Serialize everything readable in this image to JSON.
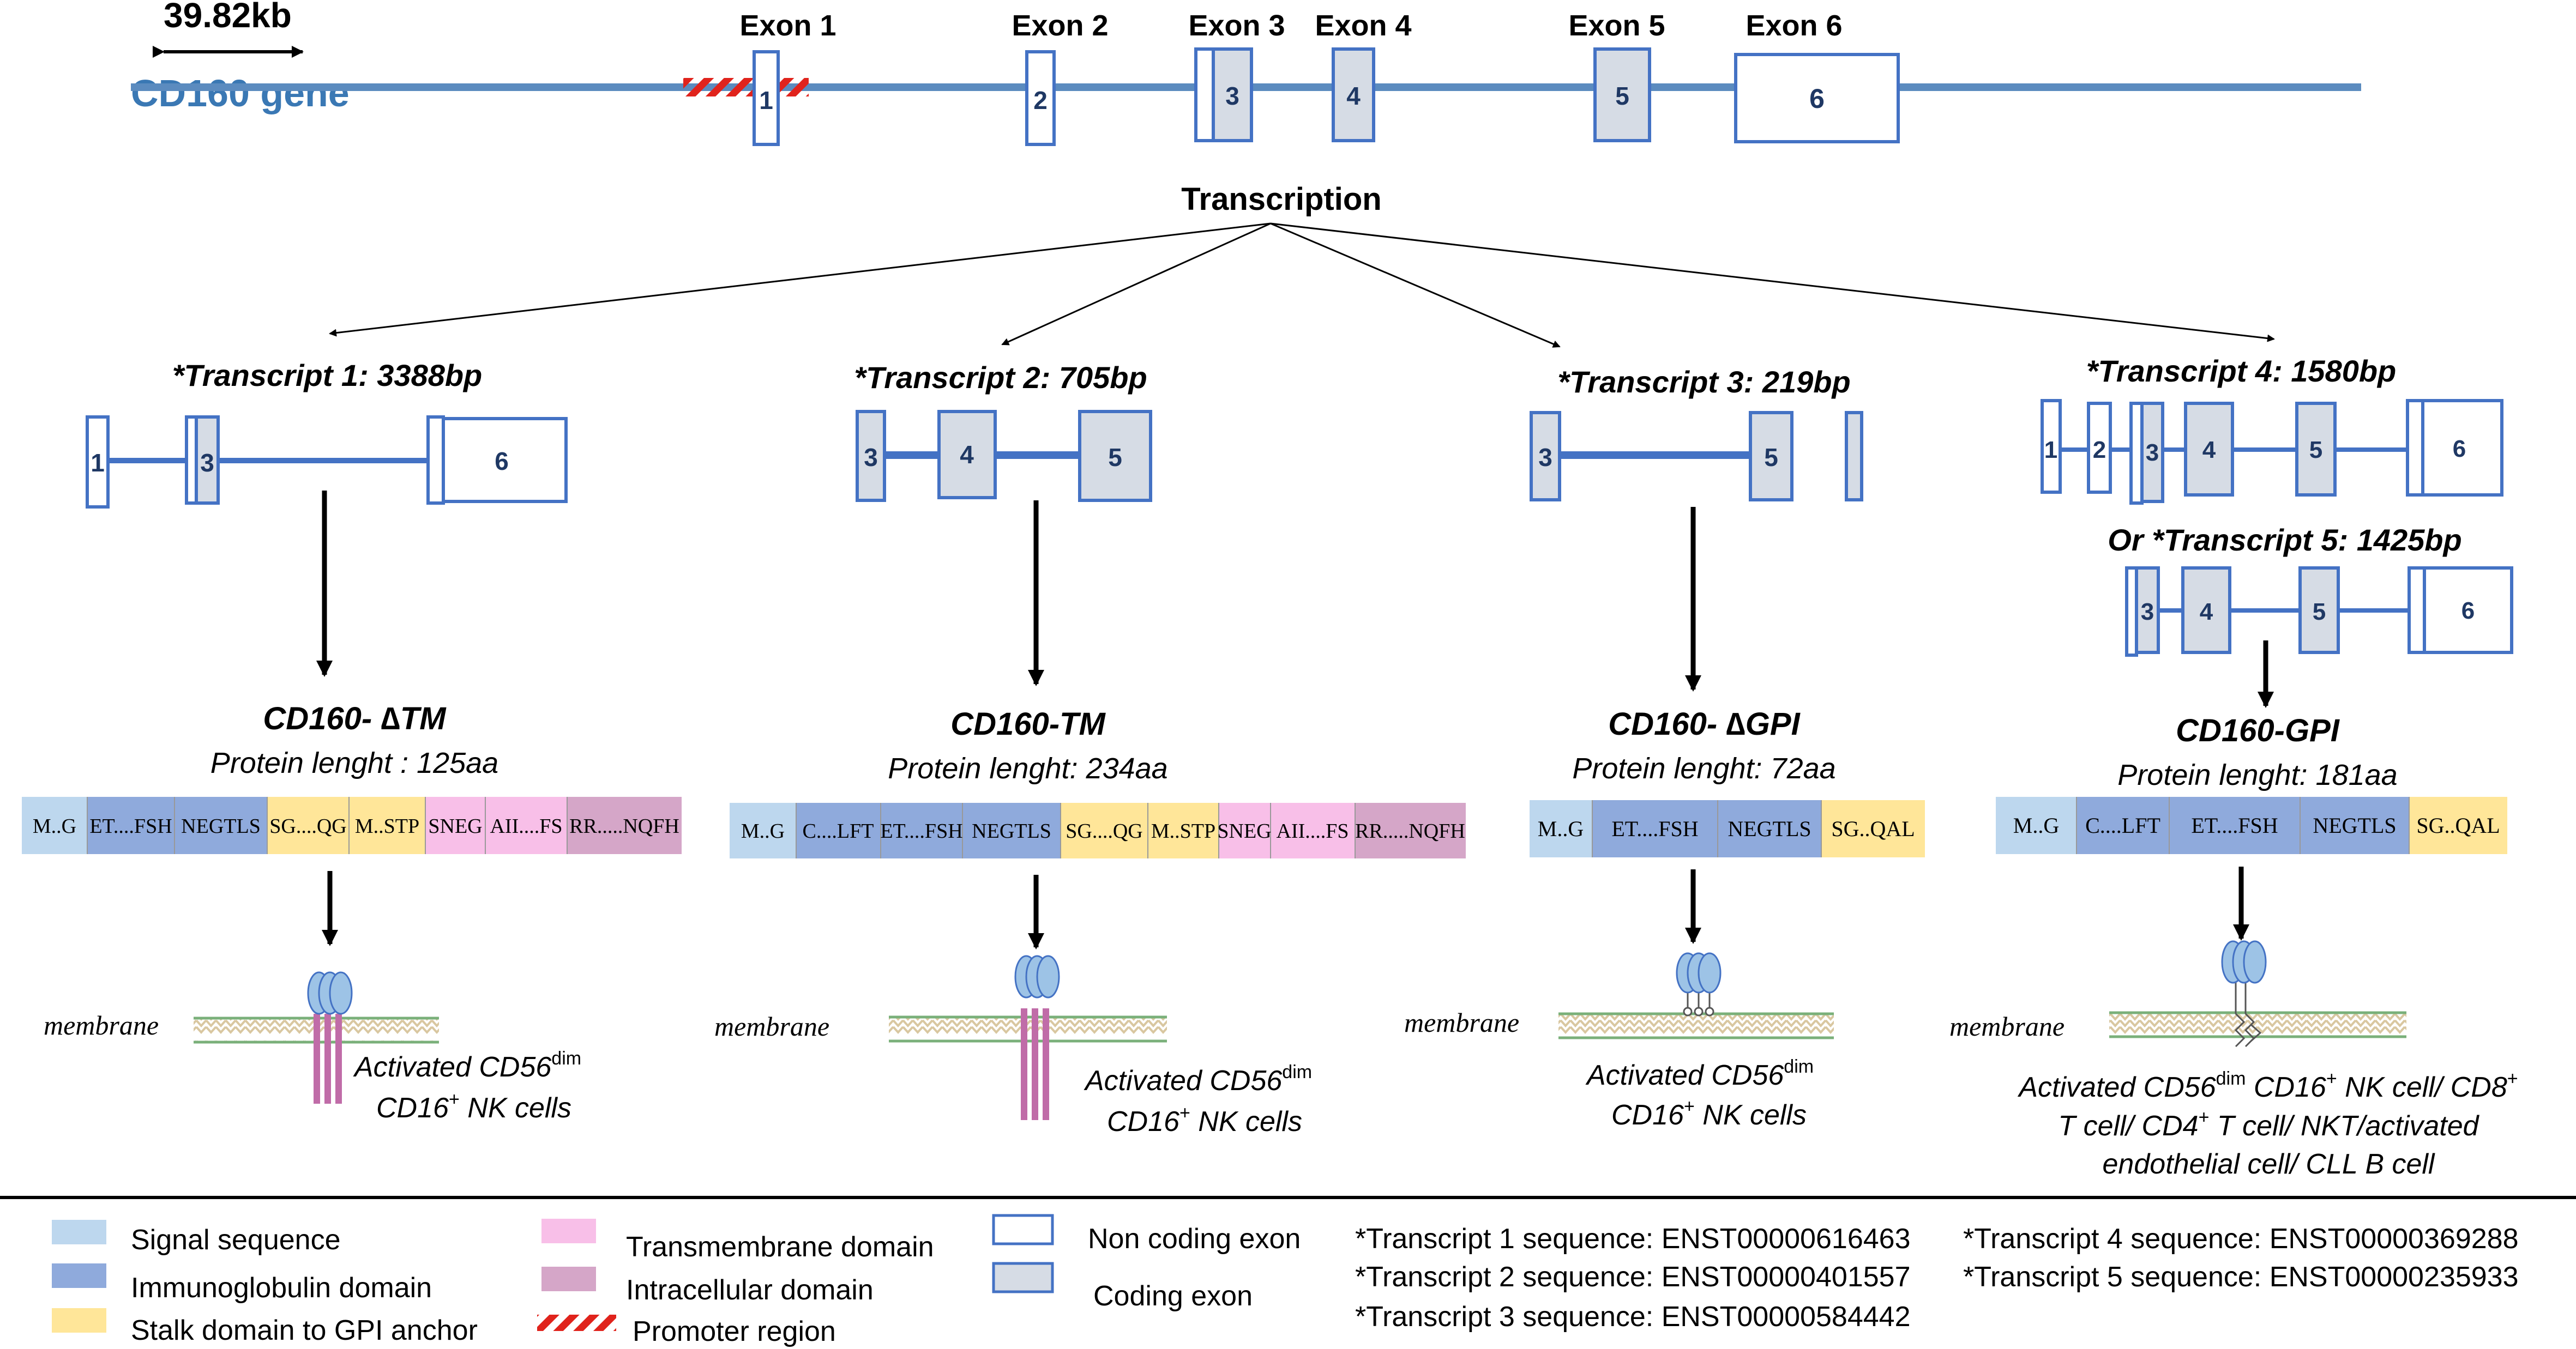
{
  "gene": {
    "scale_label": "39.82kb",
    "name": "CD160 gene",
    "exon_labels": [
      "Exon 1",
      "Exon 2",
      "Exon 3",
      "Exon 4",
      "Exon 5",
      "Exon 6"
    ],
    "exon_numbers": [
      "1",
      "2",
      "3",
      "4",
      "5",
      "6"
    ]
  },
  "transcription_label": "Transcription",
  "transcripts": [
    {
      "title": "*Transcript 1: 3388bp",
      "exons": [
        "1",
        "3",
        "6"
      ]
    },
    {
      "title": "*Transcript 2: 705bp",
      "exons": [
        "3",
        "4",
        "5"
      ]
    },
    {
      "title": "*Transcript 3: 219bp",
      "exons": [
        "3",
        "5"
      ]
    },
    {
      "title": "*Transcript 4: 1580bp",
      "exons": [
        "1",
        "2",
        "3",
        "4",
        "5",
        "6"
      ]
    },
    {
      "title": "Or *Transcript 5: 1425bp",
      "exons": [
        "3",
        "4",
        "5",
        "6"
      ]
    }
  ],
  "proteins": [
    {
      "name_prefix": "CD160- ",
      "name_symbol": "∆",
      "name_suffix": "TM",
      "length": "Protein lenght : 125aa",
      "segments": [
        "M..G",
        "ET....FSH",
        "NEGTLS",
        "SG....QG",
        "M..STP",
        "SNEG",
        "AII....FS",
        "RR.....NQFH"
      ],
      "cells_line1": "Activated CD56",
      "cells_sup1": "dim",
      "cells_line2a": "CD16",
      "cells_sup2": "+",
      "cells_line2b": " NK cells"
    },
    {
      "name_prefix": "CD160-TM",
      "name_symbol": "",
      "name_suffix": "",
      "length": "Protein lenght: 234aa",
      "segments": [
        "M..G",
        "C....LFT",
        "ET....FSH",
        "NEGTLS",
        "SG....QG",
        "M..STP",
        "SNEG",
        "AII....FS",
        "RR.....NQFH"
      ],
      "cells_line1": "Activated CD56",
      "cells_sup1": "dim",
      "cells_line2a": "CD16",
      "cells_sup2": "+",
      "cells_line2b": " NK cells"
    },
    {
      "name_prefix": "CD160- ",
      "name_symbol": "∆",
      "name_suffix": "GPI",
      "length": "Protein lenght: 72aa",
      "segments": [
        "M..G",
        "ET....FSH",
        "NEGTLS",
        "SG..QAL"
      ],
      "cells_line1": "Activated CD56",
      "cells_sup1": "dim",
      "cells_line2a": "CD16",
      "cells_sup2": "+",
      "cells_line2b": " NK cells"
    },
    {
      "name_prefix": "CD160-GPI",
      "name_symbol": "",
      "name_suffix": "",
      "length": "Protein lenght: 181aa",
      "segments": [
        "M..G",
        "C....LFT",
        "ET....FSH",
        "NEGTLS",
        "SG..QAL"
      ],
      "cells_l1a": "Activated CD56",
      "cells_l1sup": "dim",
      "cells_l1b": " CD16",
      "cells_l1sup2": "+",
      "cells_l1c": " NK cell/ CD8",
      "cells_l1sup3": "+",
      "cells_l2a": "T cell/ CD4",
      "cells_l2sup": "+",
      "cells_l2b": " T cell/ NKT/activated",
      "cells_l3": "endothelial cell/ CLL B cell"
    }
  ],
  "membrane_label": "membrane",
  "legend": {
    "domains": [
      {
        "label": "Signal sequence",
        "color": "#bdd7ee"
      },
      {
        "label": "Immunoglobulin domain",
        "color": "#8faadc"
      },
      {
        "label": "Stalk domain to GPI anchor",
        "color": "#ffe699"
      },
      {
        "label": "Transmembrane domain",
        "color": "#f8bfe8"
      },
      {
        "label": "Intracellular domain",
        "color": "#d5a6c8"
      },
      {
        "label": "Promoter region",
        "color": "#e0231c"
      }
    ],
    "exons": [
      {
        "label": "Non coding exon"
      },
      {
        "label": "Coding exon"
      }
    ],
    "sequences": [
      "*Transcript 1 sequence: ENST00000616463",
      "*Transcript 2 sequence: ENST00000401557",
      "*Transcript 3 sequence: ENST00000584442",
      "*Transcript 4 sequence: ENST00000369288",
      "*Transcript 5 sequence: ENST00000235933"
    ]
  },
  "colors": {
    "line": "#5b8bbf",
    "exon_stroke": "#4472c4",
    "coding_fill": "#d6dce5",
    "gene_text": "#3a78b4",
    "exon_text": "#1f3864",
    "tm_bar": "#c06ca8",
    "membrane_green": "#7ab07a",
    "membrane_tan": "#d9c7a0"
  }
}
